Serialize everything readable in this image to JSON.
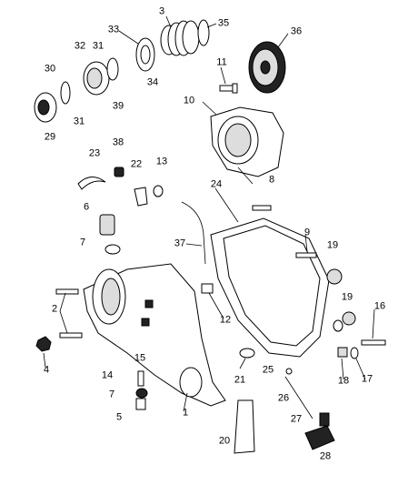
{
  "diagram": {
    "callouts": [
      "3",
      "35",
      "36",
      "33",
      "32",
      "31",
      "30",
      "11",
      "34",
      "39",
      "10",
      "31",
      "29",
      "23",
      "38",
      "22",
      "13",
      "8",
      "6",
      "24",
      "7",
      "37",
      "9",
      "19",
      "2",
      "19",
      "16",
      "12",
      "4",
      "15",
      "1",
      "21",
      "25",
      "14",
      "18",
      "17",
      "7",
      "5",
      "26",
      "20",
      "27",
      "28"
    ]
  }
}
